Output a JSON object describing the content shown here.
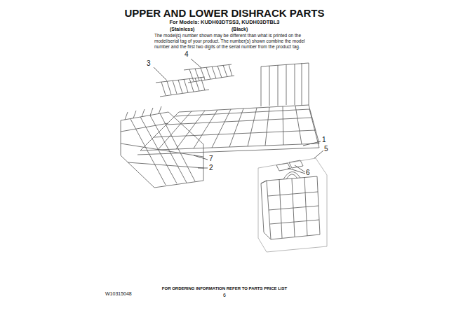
{
  "diagram": {
    "title": "UPPER AND LOWER DISHRACK PARTS",
    "labels": [
      "For Models: KUDH03DTSS3, KUDH03DTBL3",
      "(Stainless)",
      "(Black)",
      "The model(s) number shown may be different than what is printed on the model/serial tag of your product. The number(s) shown combine the model number and the first two digits of the serial number from the product tag.",
      "4",
      "3",
      "1",
      "5",
      "6",
      "7",
      "2",
      "FOR ORDERING INFORMATION REFER TO PARTS PRICE LIST",
      "W10315048",
      "6"
    ]
  }
}
